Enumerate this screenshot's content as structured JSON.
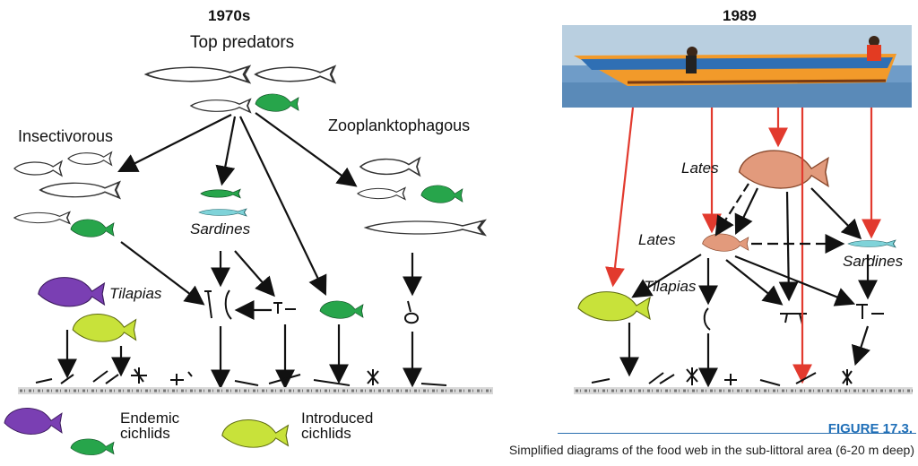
{
  "left": {
    "year": "1970s",
    "top_predators": "Top predators",
    "insectivorous": "Insectivorous",
    "zooplanktophagous": "Zooplanktophagous",
    "sardines": "Sardines",
    "tilapias": "Tilapias"
  },
  "right": {
    "year": "1989",
    "lates_top": "Lates",
    "lates_mid": "Lates",
    "sardines": "Sardines",
    "tilapias": "Tilapias"
  },
  "legend": {
    "endemic_line1": "Endemic",
    "endemic_line2": "cichlids",
    "introduced_line1": "Introduced",
    "introduced_line2": "cichlids"
  },
  "figure": {
    "title": "FIGURE 17.3.",
    "caption": "Simplified diagrams of the food web in the sub-littoral area (6-20 m deep)"
  },
  "colors": {
    "endemic": "#7a3fb3",
    "introduced": "#c8e23a",
    "green_fish": "#27a54b",
    "lates": "#e29a7c",
    "red_arrow": "#e23a2e",
    "figure_blue": "#1f6fb8"
  }
}
